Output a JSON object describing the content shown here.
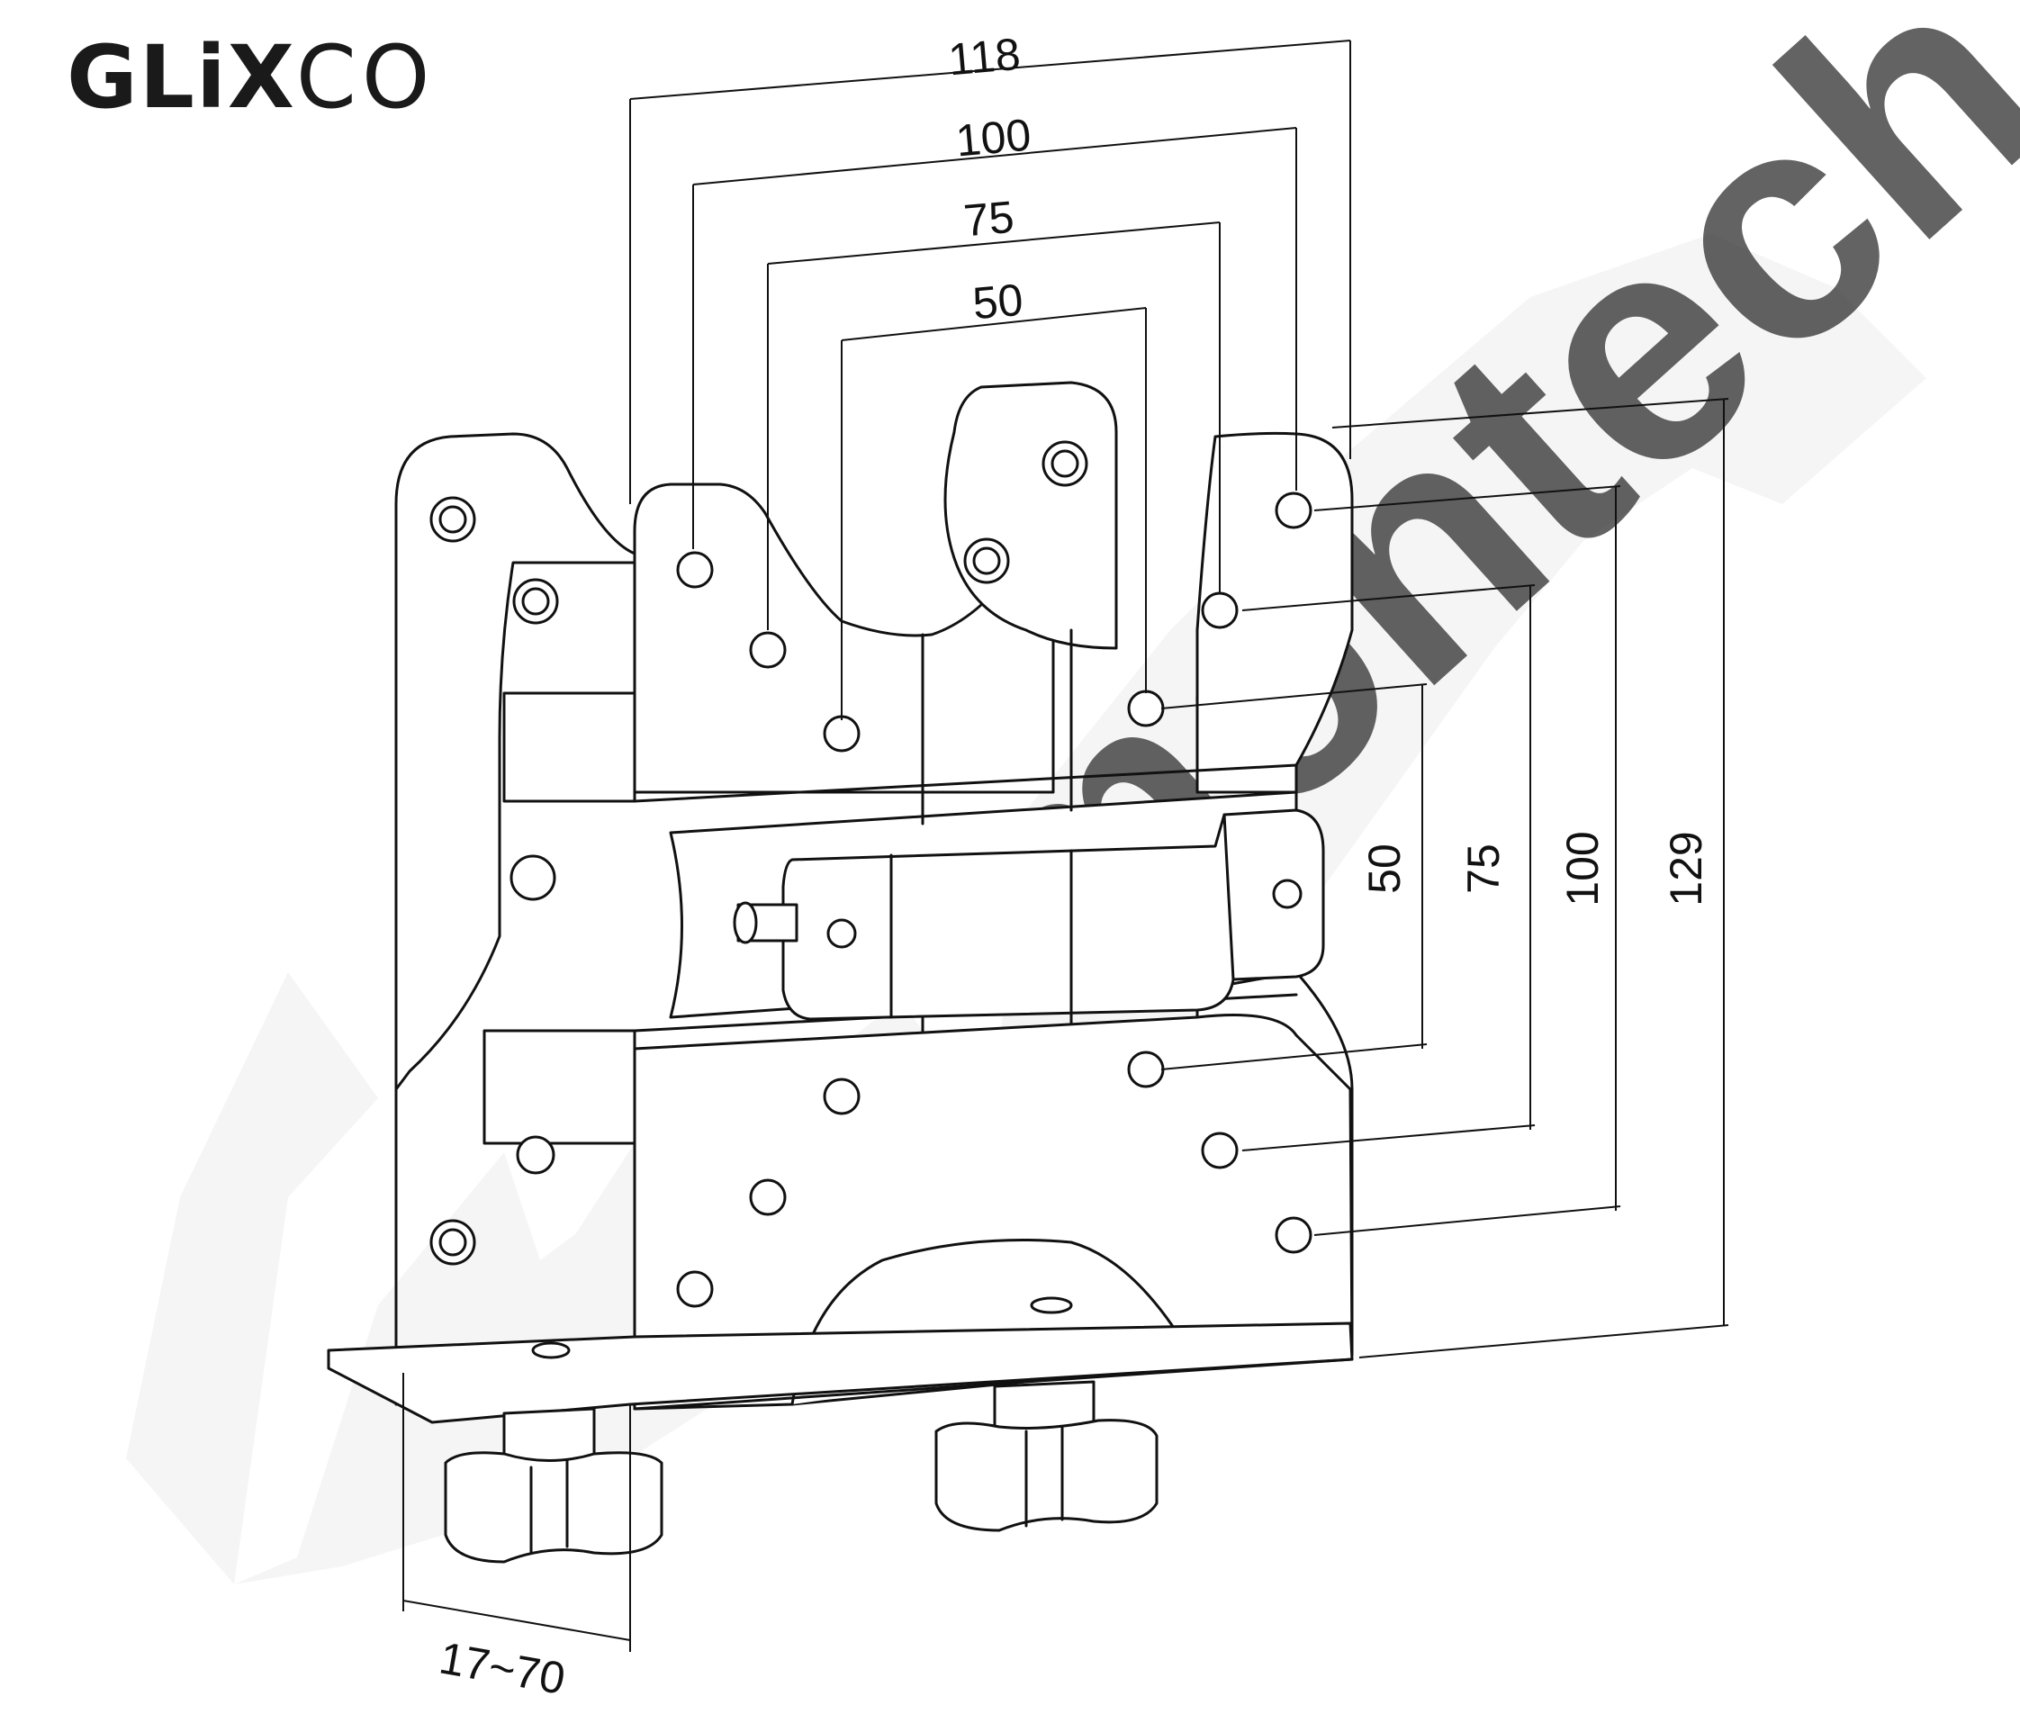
{
  "brand": {
    "logo_bold": "GLiX",
    "logo_light": "CO",
    "watermark": "montech"
  },
  "dimensions": {
    "horizontal": [
      "118",
      "100",
      "75",
      "50"
    ],
    "vertical": [
      "50",
      "75",
      "100",
      "129"
    ],
    "clamp_range": "17~70"
  },
  "colors": {
    "line": "#111111",
    "watermark": "#e6e6e6",
    "background": "#ffffff"
  }
}
